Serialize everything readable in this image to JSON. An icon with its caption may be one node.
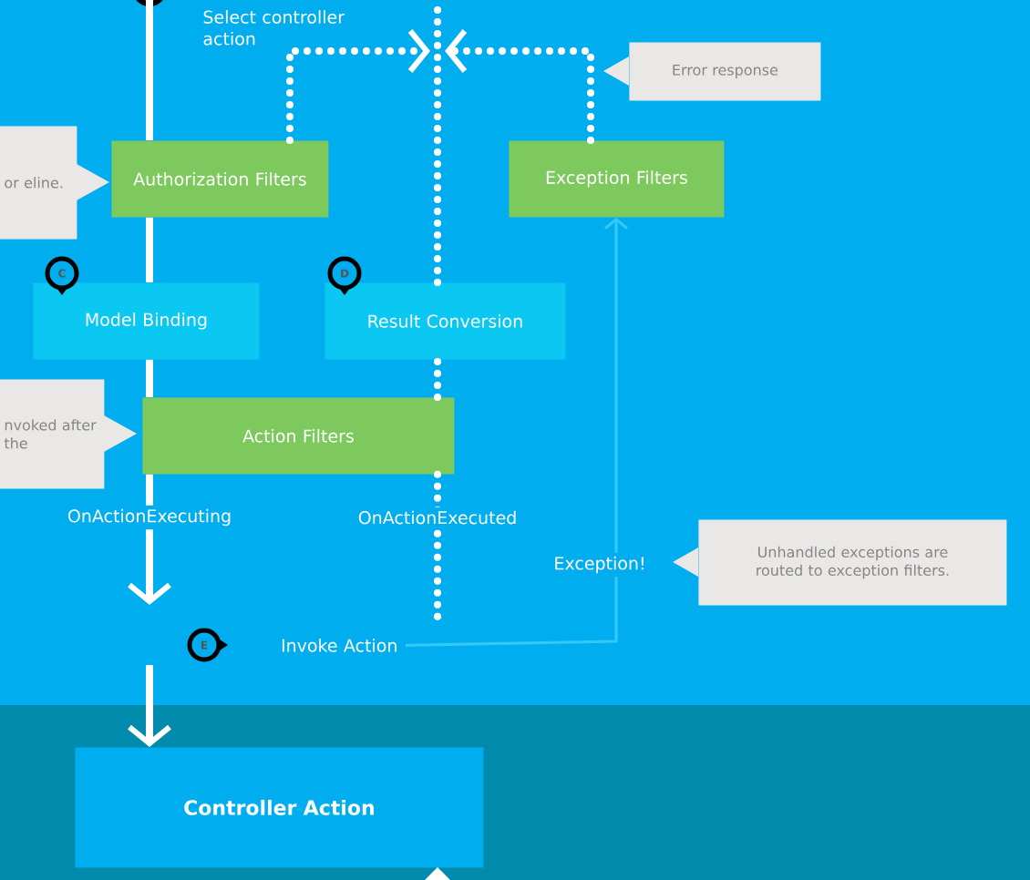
{
  "diagram": {
    "nodes": [
      {
        "text": [
          "Select controller action"
        ]
      },
      {
        "text": [
          "Authorization Filters"
        ]
      },
      {
        "text": [
          "Exception Filters"
        ]
      },
      {
        "text": [
          "Model Binding"
        ]
      },
      {
        "text": [
          "Result Conversion"
        ]
      },
      {
        "text": [
          "Action Filters"
        ]
      },
      {
        "text": [
          "Controller Action"
        ]
      },
      {
        "text": [
          "or eline."
        ]
      },
      {
        "text": [
          "nvoked after the"
        ]
      },
      {
        "text": [
          "Error response"
        ]
      },
      {
        "text": [
          "Unhandled exceptions are routed to exception filters."
        ]
      },
      {
        "text": [
          "Invoke Action"
        ]
      }
    ],
    "edges": [
      {
        "from": 0,
        "to": 1,
        "arrow": "none"
      },
      {
        "from": 1,
        "to": 3,
        "arrow": "none"
      },
      {
        "from": 3,
        "to": 5,
        "arrow": "none"
      },
      {
        "from": 5,
        "to": null,
        "arrow": "to",
        "label": "OnActionExecuting"
      },
      {
        "from": null,
        "to": 6,
        "arrow": "to"
      },
      {
        "from": 4,
        "to": null,
        "arrow": "none",
        "style": "dashed"
      },
      {
        "from": 5,
        "to": 4,
        "arrow": "none",
        "style": "dashed"
      },
      {
        "from": 5,
        "to": null,
        "arrow": "none",
        "style": "dashed",
        "label": "OnActionExecuted"
      },
      {
        "from": 1,
        "to": null,
        "arrow": "to",
        "style": "dashed"
      },
      {
        "from": 2,
        "to": null,
        "arrow": "to",
        "style": "dashed"
      },
      {
        "from": 11,
        "to": 2,
        "arrow": "to",
        "color": "#33c8f5",
        "label": "Exception!"
      }
    ],
    "labels": [
      "C",
      "D",
      "E"
    ]
  }
}
